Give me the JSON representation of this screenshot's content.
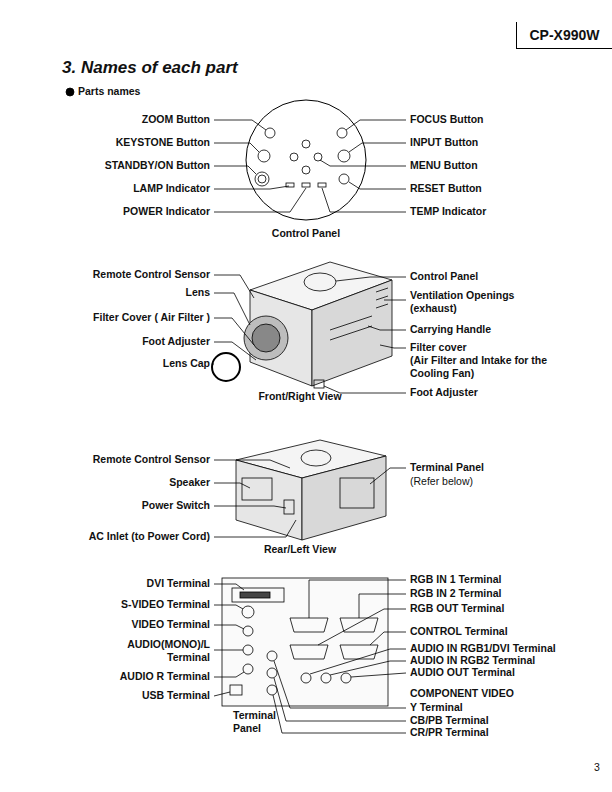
{
  "diagram": {
    "title": "3. Names of each part",
    "nodes": [
      {
        "text": [
          "CP-X990W"
        ]
      }
    ],
    "labels": [
      "Parts names",
      "ZOOM Button",
      "FOCUS Button",
      "KEYSTONE Button",
      "INPUT Button",
      "STANDBY/ON Button",
      "MENU Button",
      "LAMP Indicator",
      "RESET Button",
      "POWER Indicator",
      "TEMP Indicator",
      "Control Panel",
      "Remote Control Sensor",
      "Control Panel",
      "Lens",
      "Ventilation Openings (exhaust)",
      "Filter Cover ( Air Filter )",
      "Carrying Handle",
      "Foot Adjuster",
      "Filter cover",
      "(Air Filter and Intake for the Cooling Fan)",
      "Lens Cap",
      "Foot Adjuster",
      "Front/Right View",
      "Remote Control Sensor",
      "Terminal Panel",
      "(Refer below)",
      "Speaker",
      "Power Switch",
      "AC Inlet (to Power Cord)",
      "Rear/Left View",
      "DVI Terminal",
      "RGB IN 1 Terminal",
      "RGB IN 2 Terminal",
      "S-VIDEO Terminal",
      "RGB OUT Terminal",
      "VIDEO Terminal",
      "CONTROL Terminal",
      "AUDIO(MONO)/L Terminal",
      "AUDIO IN RGB1/DVI Terminal",
      "AUDIO IN RGB2 Terminal",
      "AUDIO OUT Terminal",
      "AUDIO R Terminal",
      "COMPONENT VIDEO",
      "USB Terminal",
      "Y Terminal",
      "Terminal Panel",
      "CB/PB Terminal",
      "CR/PR Terminal",
      "3"
    ]
  }
}
